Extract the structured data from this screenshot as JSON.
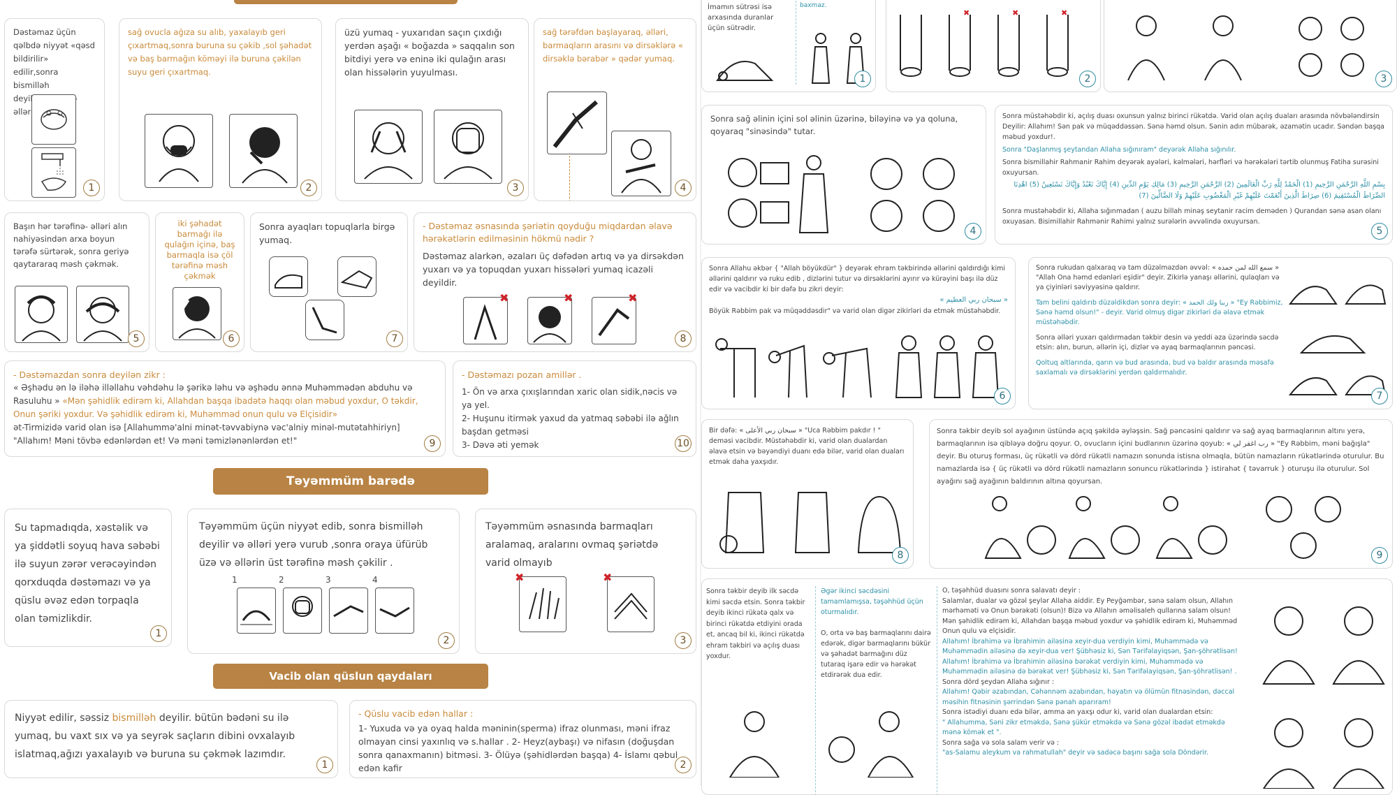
{
  "left": {
    "top_cards": [
      {
        "text": "Dəstəmaz üçün qəlbdə niyyət «qəsd bildirilir» edilir,sonra bismilləh deyilir,sonra isə əllər yuyulur.",
        "num": "1"
      },
      {
        "text": "sağ ovucla ağıza su alıb, yaxalayıb geri çıxartmaq,sonra buruna su çəkib ,sol şəhadət və baş barmağın köməyi ilə buruna çəkilən suyu geri çıxartmaq.",
        "num": "2"
      },
      {
        "text": "üzü yumaq - yuxarıdan saçın çıxdığı yerdən aşağı « boğazda » saqqalın son bitdiyi yerə və eninə iki qulağın arası olan hissələrin yuyulması.",
        "num": "3"
      },
      {
        "text": "sağ tərəfdən başlayaraq, əlləri, barmaqların arasını və dirsəklərə « dirsəklə bərabər » qədər yumaq.",
        "num": "4"
      }
    ],
    "mid_cards": [
      {
        "text": "Başın hər tərəfinə- əlləri alın nahiyəsindən arxa boyun tərəfə sürtərək, sonra geriyə qaytararaq məsh çəkmək.",
        "num": "5"
      },
      {
        "text": "iki şəhadət barmağı ilə qulağın içinə, baş barmaqla isə çöl tərəfinə məsh çəkmək",
        "num": "6"
      },
      {
        "text": "Sonra ayaqları topuqlarla birgə yumaq.",
        "num": "7"
      },
      {
        "title": "- Dəstəmaz əsnasında şəriətin qoyduğu miqdardan əlavə hərəkətlərin edilməsinin hökmü nədir ?",
        "text": "Dəstəmaz alarkən, əzaları üç dəfədən artıq və ya dirsəkdən yuxarı və ya topuqdan yuxarı hissələri yumaq icazəli deyildir.",
        "num": "8"
      }
    ],
    "zikr": {
      "title": "- Dəstəmazdan sonra deyilən zikr :",
      "line1": "« Əşhədu ən lə iləhə illəllahu vəhdəhu lə şərikə ləhu və əşhədu ənnə Muhəmmədən abduhu və Rasuluhu » ",
      "line1b": "«Mən şəhidlik edirəm ki, Allahdan başqa ibadətə haqqı olan məbud yoxdur, O təkdir, Onun şəriki yoxdur. Və şəhidlik edirəm ki, Muhəmməd onun qulu və Elçisidir»",
      "line2": "ət-Tirmizidə varid olan isə [Allahummə'alni minət-təvvabiynə vəc'alniy minəl-mutətahhiriyn] \"Allahım! Məni tövbə edənlərdən et! Və məni təmizlənənlərdən et!\"",
      "num": "9"
    },
    "pozan": {
      "title": "- Dəstəmazı pozan amillər .",
      "items": [
        "1- Ön və arxa çıxışlarından xaric olan sidik,nəcis və ya yel.",
        "2- Huşunu itirmək yaxud da yatmaq səbəbi ilə ağlın başdan getməsi",
        "3- Dəvə əti yemək"
      ],
      "num": "10"
    },
    "banner_tayammum": "Təyəmmüm barədə",
    "tay_cards": [
      {
        "text": "Su tapmadıqda, xəstəlik və ya şiddətli soyuq hava səbəbi ilə suyun zərər verəcəyindən qorxduqda dəstəmazı və ya qüslu əvəz edən torpaqla olan təmizlikdir.",
        "num": "1"
      },
      {
        "text": "Təyəmmüm üçün niyyət edib, sonra bismilləh deyilir və əlləri yerə vurub ,sonra oraya üfürüb üzə və əllərin üst tərəfinə məsh çəkilir .",
        "steps": [
          "1",
          "2",
          "3",
          "4"
        ],
        "num": "2"
      },
      {
        "text": "Təyəmmüm əsnasında barmaqları aralamaq, aralarını ovmaq şəriətdə varid olmayıb",
        "num": "3"
      }
    ],
    "banner_ghusl": "Vacib olan qüslun qaydaları",
    "ghusl_cards": [
      {
        "text_a": "Niyyət edilir, səssiz ",
        "text_b": "bismilləh",
        "text_c": " deyilir. bütün bədəni su ilə yumaq, bu vaxt sıx və ya seyrək saçların dibini ovxalayıb islatmaq,ağızı yaxalayıb və buruna su çəkmək lazımdır.",
        "num": "1"
      },
      {
        "title": "- Qüslu vacib edən hallar :",
        "text": "1- Yuxuda və ya oyaq halda məninin(sperma) ifraz olunması, məni ifraz olmayan cinsi yaxınlıq və s.hallar . 2- Heyz(aybaşı) və nifasın (doğuşdan sonra qanaxmanın) bitməsi. 3- Ölüyə (şəhidlərdən başqa) 4- İslamı qəbul edən kafir",
        "num": "2"
      }
    ]
  },
  "right": {
    "r1": [
      {
        "text": "İmamın sütrəsi isə arxasında duranlar üçün sütrədir.",
        "extra": "baxmaz.",
        "num": "1"
      },
      {
        "num": "2"
      },
      {
        "num": "3"
      }
    ],
    "r2a": {
      "text": "Sonra sağ əlinin içini sol əlinin üzərinə, biləyinə və ya qoluna, qoyaraq \"sinəsində\" tutar.",
      "num": "4"
    },
    "r2b": {
      "l1": "Sonra müstəhəbdir ki, açılış duası oxunsun yalnız birinci rükətdə. Varid olan açılış duaları arasında növbələndirsin Deyilir: Allahım! Sən pak və müqəddəssən. Sənə həmd olsun. Sənin adın mübarək, əzamətin ucadır. Səndən başqa məbud yoxdur!.",
      "l2": "Sonra \"Daşlanmış şeytandan Allaha sığınıram\" deyərək Allaha sığınılır.",
      "l3": "Sonra bismillahir Rahmanir Rahim deyərək ayələri, kəlmələri, hərfləri və hərəkələri tərtib olunmuş Fatiha surəsini oxuyursan.",
      "l4": "بِسْمِ اللَّهِ الرَّحْمَنِ الرَّحِيمِ (1) الْحَمْدُ لِلَّهِ رَبِّ الْعَالَمِينَ (2) الرَّحْمَنِ الرَّحِيمِ (3) مَالِكِ يَوْمِ الدِّينِ (4) إِيَّاكَ نَعْبُدُ وَإِيَّاكَ نَسْتَعِينُ (5) اهْدِنَا الصِّرَاطَ الْمُسْتَقِيمَ (6) صِرَاطَ الَّذِينَ أَنْعَمْتَ عَلَيْهِمْ غَيْرِ الْمَغْضُوبِ عَلَيْهِمْ وَلَا الضَّالِّينَ (7)",
      "l5": "Sonra mustəhəbdir ki, Allaha sığınmadan ( auzu billah minəş seytanir racim deməden ) Qurandan sənə asan olanı oxuyasan. Bisimillahir Rahmənir Rahimi yalnız surələrin əvvəlində oxuyursan.",
      "num": "5"
    },
    "r3a": {
      "l1": "Sonra Allahu əkbər { \"Allah böyükdür\" } deyərək ehram təkbirində əllərini qaldırdığı kimi əllərini qaldırır və ruku edib , dizlərini tutur və dirsəklərini ayırır və kürəyini başı ilə düz edir və vacibdir ki bir dəfə bu zikri deyir:",
      "arabic": "« سبحان ربي العظيم »",
      "l2": "Böyük Rəbbim pak və müqəddəsdir\" və varid olan digər zikirləri də etmək müstəhəbdir.",
      "num": "6"
    },
    "r3b": {
      "l1": "Sonra rukudan qalxaraq və tam düzəlməzdən əvvəl: « سمع الله لمن حمده » \"Allah Ona həmd edənləri eşidir\" deyir. Zikirlə yanaşı əllərini, qulaqları və ya çiyinləri səviyyəsinə qaldırır.",
      "l2": "Tam belini qaldırıb düzəldikdən sonra deyir: « ربنا ولك الحمد » \"Ey Rəbbimiz, Sənə həmd olsun!\" - deyir. Varid olmuş digər zikirləri də əlavə etmək müstəhəbdir.",
      "l3": "Sonra əlləri yuxarı qaldırmadan təkbir desin və yeddi əza üzərində səcdə etsin: alın, burun, əllərin içi, dizlər və ayaq barmaqlarının pəncəsi.",
      "l4": "Qoltuq altlarında, qarın və bud arasında, bud və baldır arasında məsafə saxlamalı və dirsəklərini yerdən qaldırmalıdır.",
      "num": "7"
    },
    "r4a": {
      "l1": "Bir dəfə: « سبحان ربي الأعلى » \"Uca Rəbbim pakdır ! \" deməsi vacibdir. Müstəhəbdir ki, varid olan dualardan əlavə etsin və bəyəndiyi duanı edə bilər, varid olan duaları etmək daha yaxşıdır.",
      "num": "8"
    },
    "r4b": {
      "l1": "Sonra təkbir deyib sol ayağının üstündə açıq şəkildə əyləşsin. Sağ pəncəsini qaldırır və sağ ayaq barmaqlarının altını yerə, barmaqlarının isə qibləyə doğru qoyur. O, ovucların içini budlarının üzərinə qoyub: « رب اغفر لي » \"Ey Rəbbim, məni bağışla\" deyir. Bu oturuş forması, üç rükətli və dörd rükətli namazın sonunda istisna olmaqla, bütün namazların rükətlərində oturulur. Bu namazlarda isə { üç rükətli və dörd rükətli namazların sonuncu rükətlərində } istirahət { təvarruk } oturuşu ilə oturulur. Sol ayağını sağ ayağının baldırının altına qoyursan.",
      "num": "9"
    },
    "r5": {
      "c1": "Sonra təkbir deyib ilk səcdə kimi səcdə etsin. Sonra təkbir deyib ikinci rükətə qalx və birinci rükətdə etdiyini orada et, ancaq bil ki, ikinci rükətdə ehram təkbiri və açılış duası yoxdur.",
      "c2a": "Əgər ikinci səcdəsini tamamlamışsa, təşəhhüd üçün oturmalıdır.",
      "c2b": "O, orta və baş barmaqlarını dairə edərək, digər barmaqlarını bükür və şəhadət barmağını düz tutaraq işarə edir və hərəkət etdirərək dua edir.",
      "c3": [
        "O, təşəhhüd duasını sonra salavatı deyir :",
        "Salamlar, dualar və gözəl şeylər Allaha aiddir. Ey Peyğəmbər, sənə salam olsun, Allahın mərhəməti və Onun bərəkəti (olsun)! Bizə və Allahın əməlisaleh qullarına salam olsun! Mən şəhidlik edirəm ki, Allahdan başqa məbud yoxdur və şəhidlik edirəm ki, Muhəmməd Onun qulu və elçisidir.",
        "Allahım! İbrahimə və İbrahimin ailəsinə xeyir-dua verdiyin kimi, Muhəmmədə və Muhəmmədin ailəsinə də xeyir-dua ver! Şübhəsiz ki, Sən Tərifəlayiqsən, Şan-şöhrətlisən! Allahım! İbrahimə və İbrahimin ailəsinə bərəkət verdiyin kimi, Muhəmmədə və Muhəmmədin ailəsinə də bərəkət ver! Şübhəsiz ki, Sən Tərifəlayiqsən, Şan-şöhrətlisən! .",
        "Sonra dörd şeydən Allaha sığınır :",
        "Allahım! Qəbir əzabından, Cəhənnəm əzabından, həyatın və ölümün fitnəsindən, dəccal məsihin fitnəsinin şərrindən Sənə pənah aparıram!",
        "Sonra istədiyi duanı edə bilər, amma ən yaxşı odur ki, varid olan dualardan etsin:",
        "\" Allahumma, Səni zikr etməkdə, Sənə şükür etməkdə və Sənə gözəl ibadət etməkdə mənə kömək et \".",
        "Sonra sağa və sola salam verir və :",
        "\"as-Salamu aleykum va rahmatullah\" deyir və sadəcə başını sağa sola Döndərir."
      ]
    }
  },
  "colors": {
    "accent": "#b88344",
    "orange_text": "#c98a3a",
    "teal_text": "#2c8fa6",
    "border": "#d9d9d9",
    "mark_red": "#d0232a"
  }
}
